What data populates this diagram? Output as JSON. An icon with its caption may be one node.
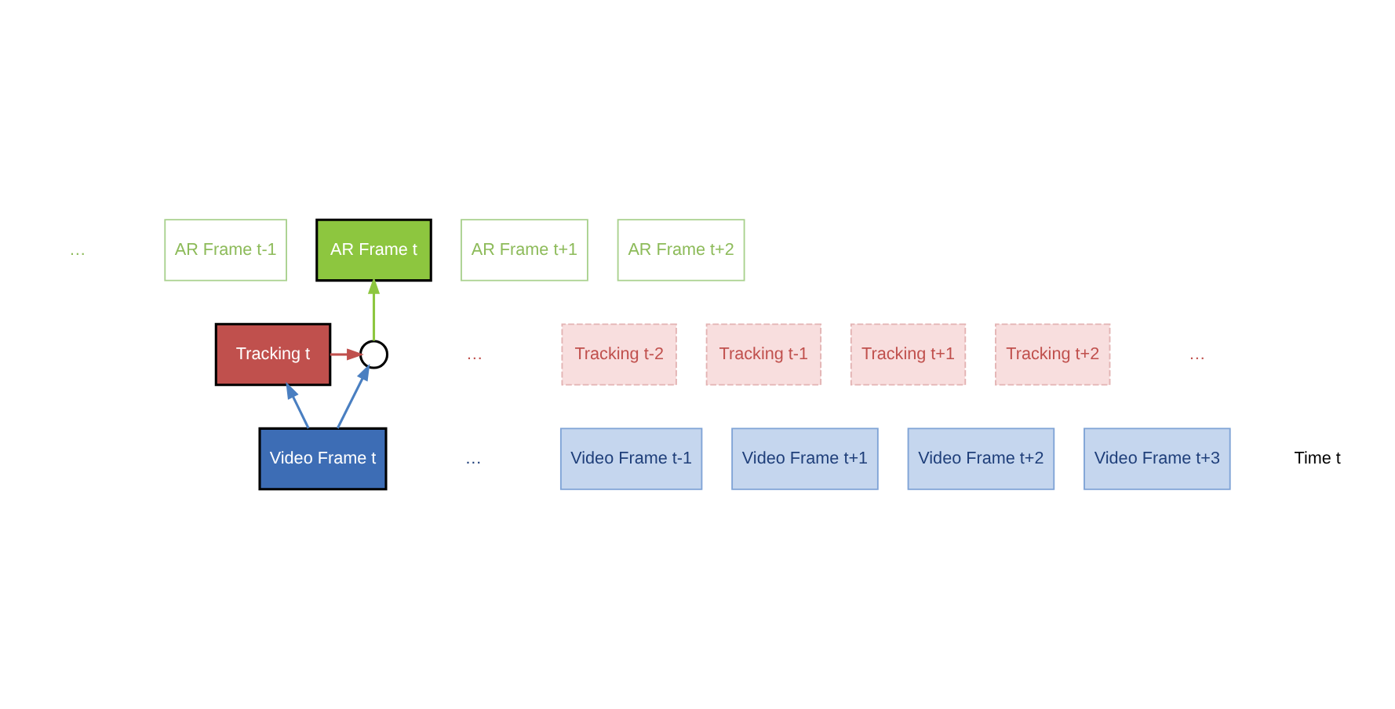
{
  "diagram": {
    "nodes": [
      {
        "text": [
          "AR Frame t-1"
        ]
      },
      {
        "text": [
          "AR Frame t"
        ]
      },
      {
        "text": [
          "AR Frame t+1"
        ]
      },
      {
        "text": [
          "AR Frame t+2"
        ]
      },
      {
        "text": [
          "Tracking t-2"
        ]
      },
      {
        "text": [
          "Tracking t-1"
        ]
      },
      {
        "text": [
          "Tracking t"
        ]
      },
      {
        "text": [
          "Tracking t+1"
        ]
      },
      {
        "text": [],
        "shape": "circle"
      },
      {
        "text": [
          "Tracking t+2"
        ]
      },
      {
        "text": [
          "Video Frame t-1"
        ]
      },
      {
        "text": [
          "Video Frame t"
        ]
      },
      {
        "text": [
          "Video Frame t+1"
        ]
      },
      {
        "text": [
          "Video Frame t+2"
        ]
      },
      {
        "text": [
          "Video Frame t+3"
        ]
      }
    ],
    "edges": [
      {
        "from": 11,
        "to": 6,
        "arrow": "to"
      },
      {
        "from": 11,
        "to": 8,
        "arrow": "to"
      },
      {
        "from": 6,
        "to": 8,
        "arrow": "to",
        "color": "#c0504d"
      },
      {
        "from": 8,
        "to": 1,
        "arrow": "to",
        "color": "#8dc63f"
      }
    ],
    "labels": [
      "…",
      "…",
      "…",
      "…",
      "Time t"
    ]
  }
}
